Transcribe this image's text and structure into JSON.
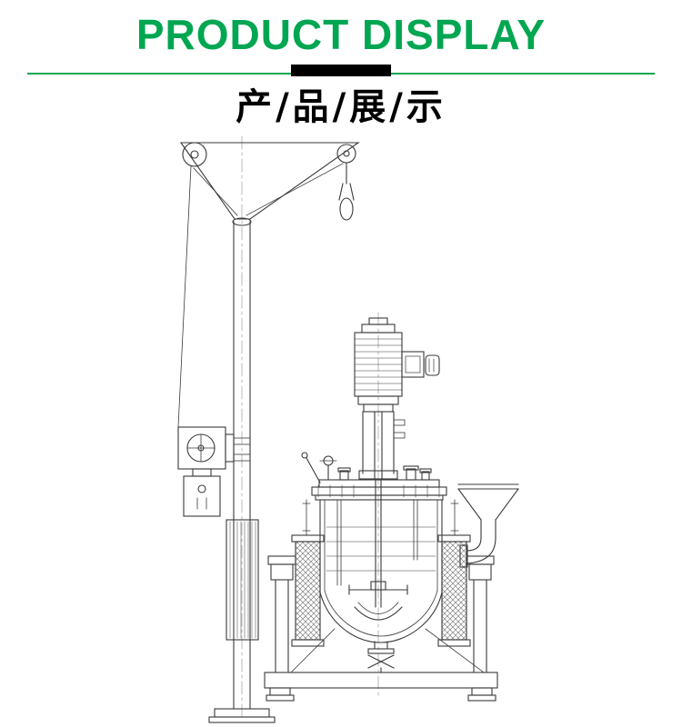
{
  "header": {
    "title_en": "PRODUCT DISPLAY",
    "title_zh": "产/品/展/示"
  },
  "colors": {
    "accent_green": "#00a651",
    "divider_block": "#000000",
    "drawing_line": "#3a3a3a"
  },
  "drawing": {
    "name": "jacketed-reactor-with-lifting-column",
    "parts": [
      "jib-arm-pulleys",
      "cable-hook",
      "support-column",
      "hoist-winch",
      "column-clamp-section",
      "column-base",
      "drive-motor",
      "motor-junction-box",
      "shaft-lantern",
      "lid-flange",
      "lid-nozzles",
      "reaction-vessel-shell",
      "agitator",
      "heating-jacket",
      "support-frame",
      "feed-funnel",
      "bottom-outlet-valve"
    ]
  }
}
